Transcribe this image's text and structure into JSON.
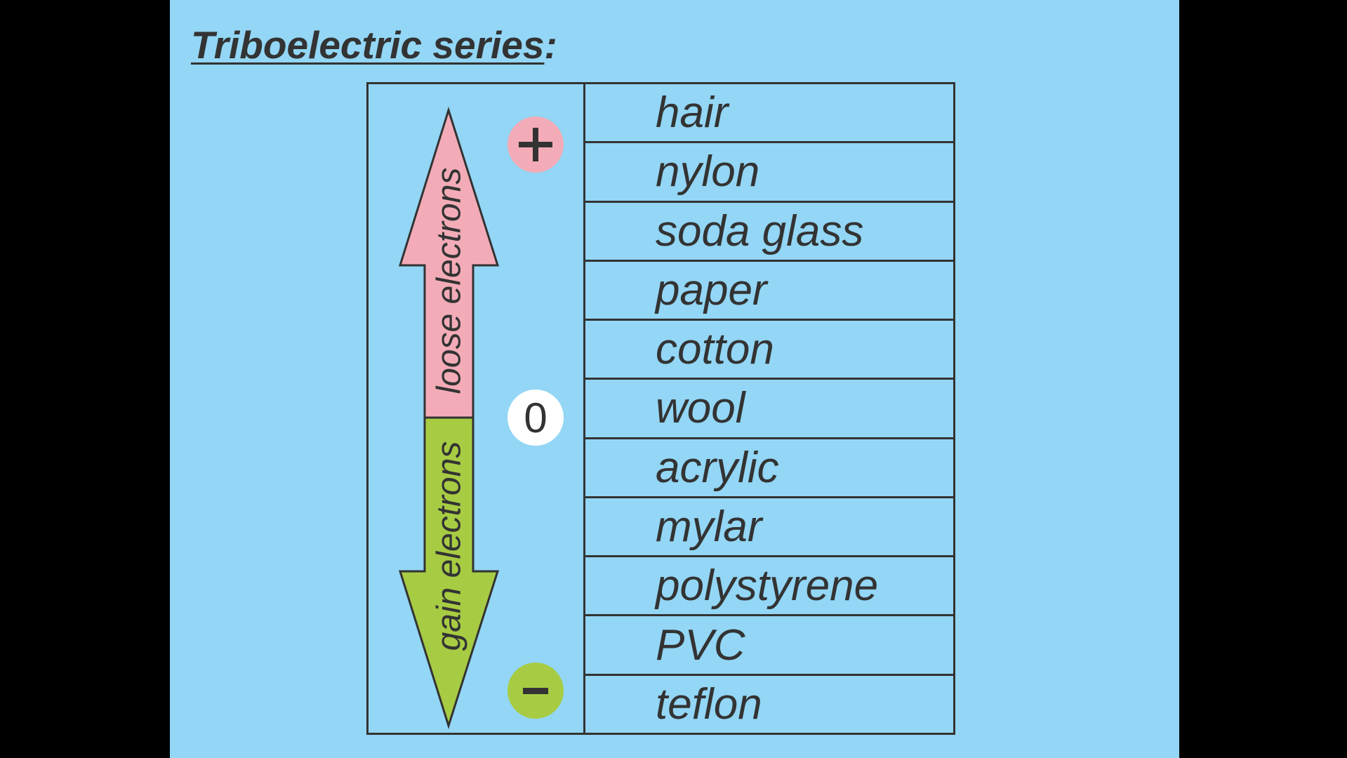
{
  "title": {
    "main": "Triboelectric series",
    "colon": ":"
  },
  "arrow": {
    "top_label": "loose electrons",
    "bottom_label": "gain electrons",
    "top_color": "#f3acb7",
    "bottom_color": "#a7cc43"
  },
  "scale": {
    "positive_symbol": "plus-icon",
    "neutral_label": "0",
    "negative_symbol": "minus-icon"
  },
  "materials": [
    "hair",
    "nylon",
    "soda glass",
    "paper",
    "cotton",
    "wool",
    "acrylic",
    "mylar",
    "polystyrene",
    "PVC",
    "teflon"
  ],
  "colors": {
    "background": "#93d6f5",
    "ink": "#333333",
    "plus_badge": "#f3acb7",
    "zero_badge": "#ffffff",
    "minus_badge": "#a7cc43"
  }
}
